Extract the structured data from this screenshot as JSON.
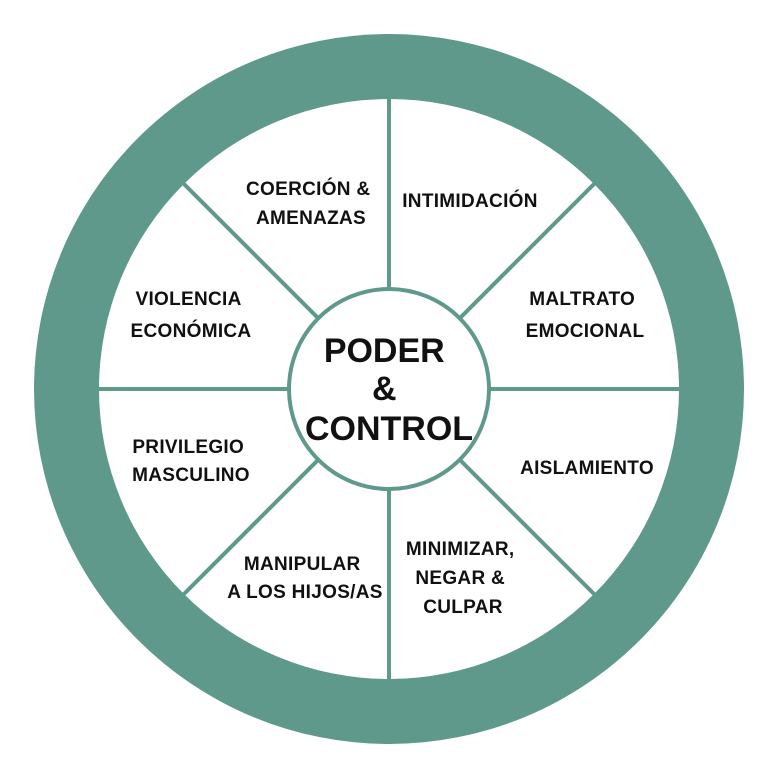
{
  "colors": {
    "ring": "#5f998b",
    "background": "#ffffff",
    "text": "#111111"
  },
  "center": {
    "lines": [
      "PODER",
      "&",
      "CONTROL"
    ]
  },
  "segments": [
    {
      "id": "intimidacion",
      "lines": [
        "INTIMIDACIÓN"
      ]
    },
    {
      "id": "maltrato-emocional",
      "lines": [
        "MALTRATO",
        "EMOCIONAL"
      ]
    },
    {
      "id": "aislamiento",
      "lines": [
        "AISLAMIENTO"
      ]
    },
    {
      "id": "minimizar-negar-culpar",
      "lines": [
        "MINIMIZAR,",
        "NEGAR &",
        "CULPAR"
      ]
    },
    {
      "id": "manipular-hijos",
      "lines": [
        "MANIPULAR",
        "A LOS HIJOS/AS"
      ]
    },
    {
      "id": "privilegio-masculino",
      "lines": [
        "PRIVILEGIO",
        "MASCULINO"
      ]
    },
    {
      "id": "violencia-economica",
      "lines": [
        "VIOLENCIA",
        "ECONÓMICA"
      ]
    },
    {
      "id": "coercion-amenazas",
      "lines": [
        "COERCIÓN &",
        "AMENAZAS"
      ]
    }
  ]
}
